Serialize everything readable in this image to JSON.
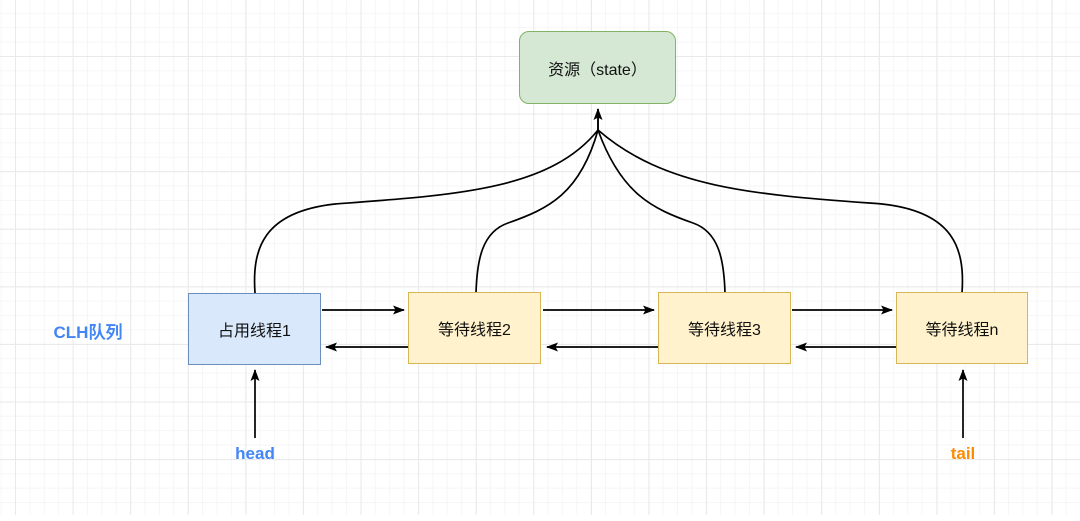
{
  "diagram": {
    "resource": {
      "label": "资源（state）"
    },
    "queue_label": "CLH队列",
    "nodes": [
      {
        "id": "node-1",
        "label": "占用线程1",
        "type": "active"
      },
      {
        "id": "node-2",
        "label": "等待线程2",
        "type": "waiting"
      },
      {
        "id": "node-3",
        "label": "等待线程3",
        "type": "waiting"
      },
      {
        "id": "node-n",
        "label": "等待线程n",
        "type": "waiting"
      }
    ],
    "pointers": {
      "head": "head",
      "tail": "tail"
    },
    "colors": {
      "resource_fill": "#d5e8d4",
      "resource_border": "#82b366",
      "active_fill": "#dae8fc",
      "active_border": "#6c8ebf",
      "waiting_fill": "#fff2cc",
      "waiting_border": "#d6b656",
      "queue_label_color": "#4285f4",
      "head_label_color": "#4285f4",
      "tail_label_color": "#ff8c00",
      "arrow_color": "#000000",
      "grid_minor": "#f6f6f6",
      "grid_major": "#e9e9e9"
    }
  }
}
